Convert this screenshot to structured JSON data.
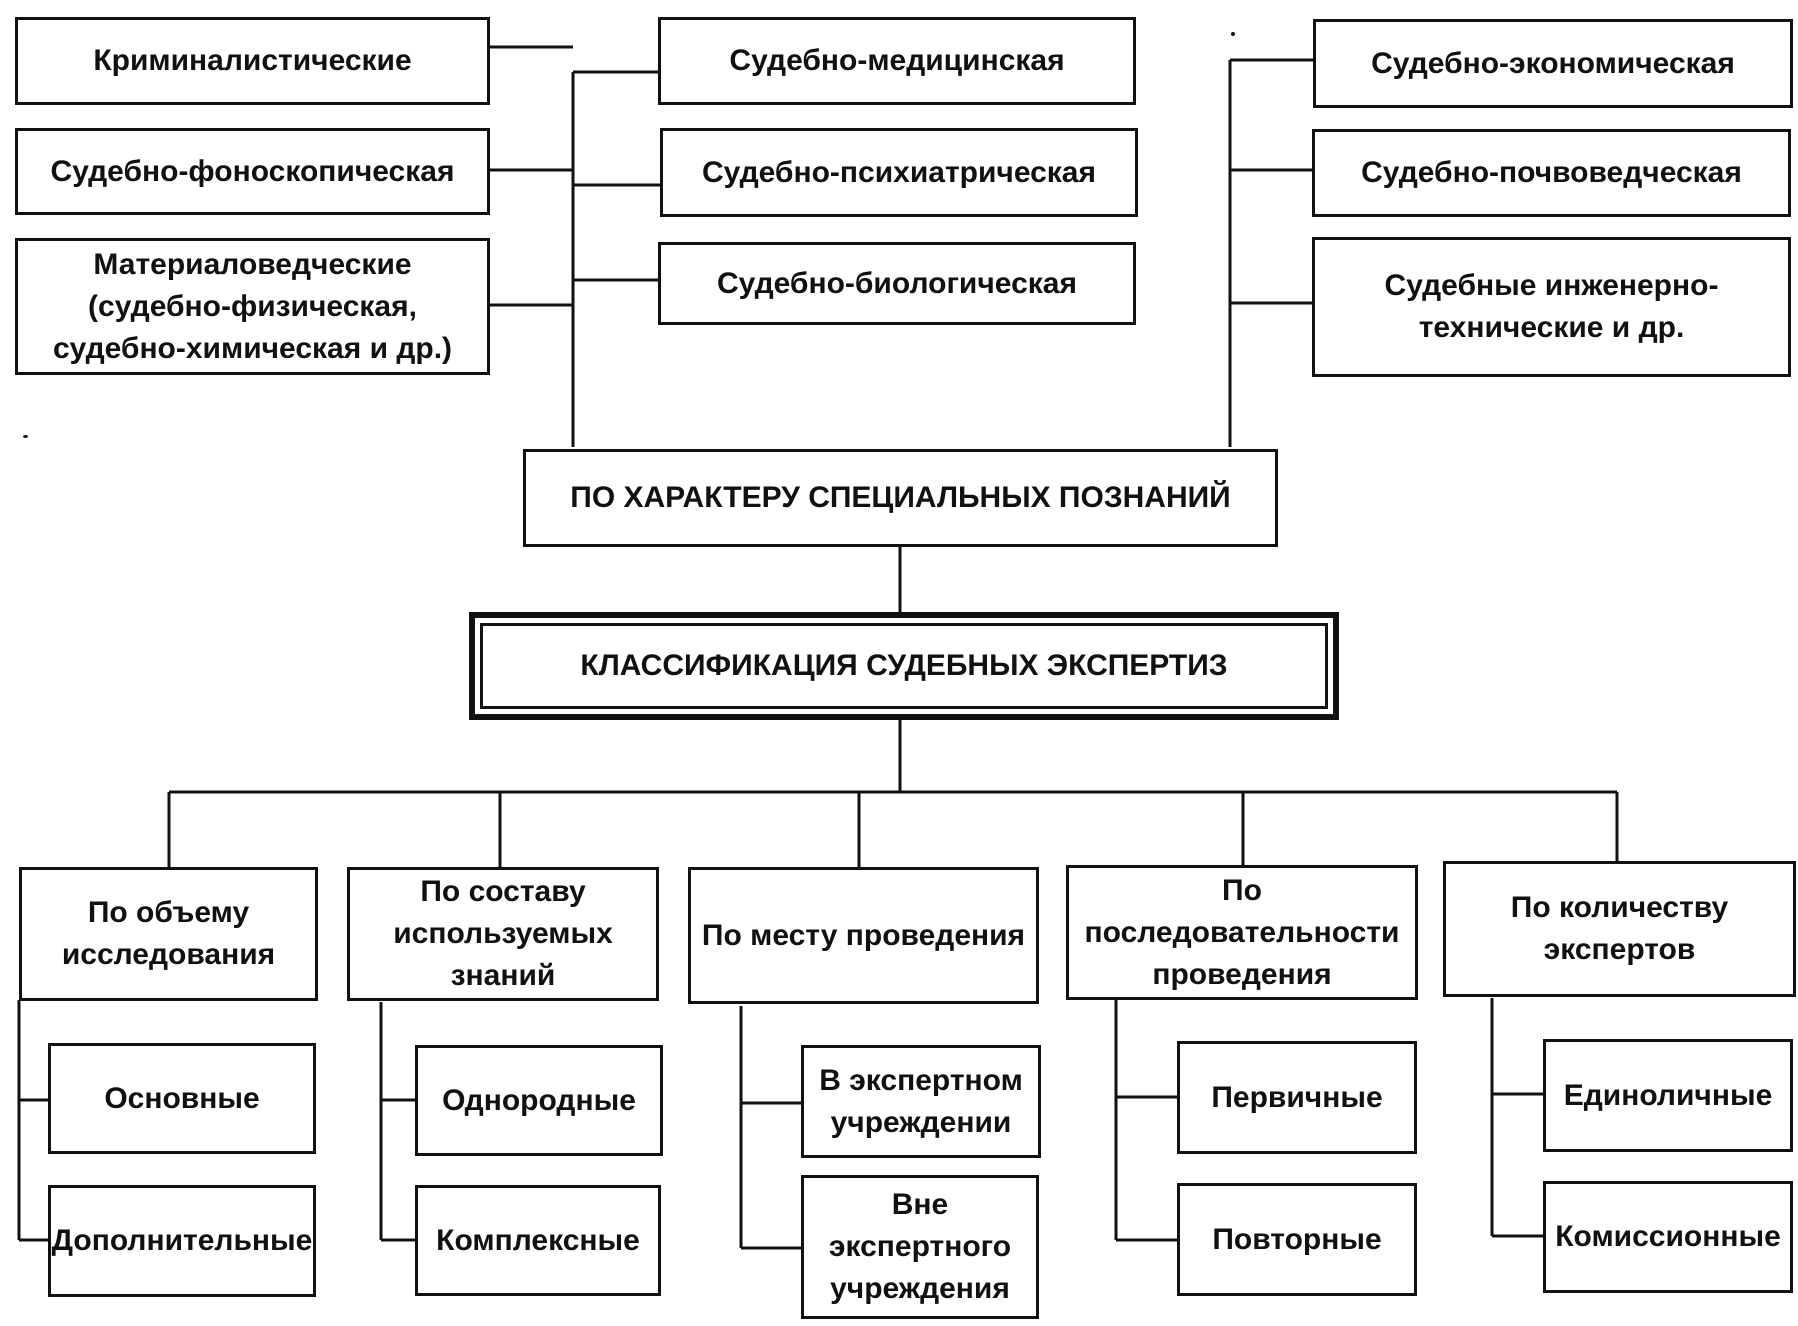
{
  "root": {
    "label": "КЛАССИФИКАЦИЯ СУДЕБНЫХ ЭКСПЕРТИЗ"
  },
  "knowledge": {
    "label": "ПО ХАРАКТЕРУ СПЕЦИАЛЬНЫХ ПОЗНАНИЙ",
    "left_column": [
      "Криминалистические",
      "Судебно-фоноскопическая",
      "Материаловедческие\n(судебно-физическая,\nсудебно-химическая и др.)"
    ],
    "middle_column": [
      "Судебно-медицинская",
      "Судебно-психиатрическая",
      "Судебно-биологическая"
    ],
    "right_column": [
      "Судебно-экономическая",
      "Судебно-почвоведческая",
      "Судебные инженерно-\nтехнические и др."
    ]
  },
  "criteria": [
    {
      "label": "По объему\nисследования",
      "items": [
        "Основные",
        "Дополнительные"
      ]
    },
    {
      "label": "По составу\nиспользуемых\nзнаний",
      "items": [
        "Однородные",
        "Комплексные"
      ]
    },
    {
      "label": "По месту проведения",
      "items": [
        "В экспертном\nучреждении",
        "Вне\nэкспертного\nучреждения"
      ]
    },
    {
      "label": "По\nпоследовательности\nпроведения",
      "items": [
        "Первичные",
        "Повторные"
      ]
    },
    {
      "label": "По количеству\nэкспертов",
      "items": [
        "Единоличные",
        "Комиссионные"
      ]
    }
  ]
}
